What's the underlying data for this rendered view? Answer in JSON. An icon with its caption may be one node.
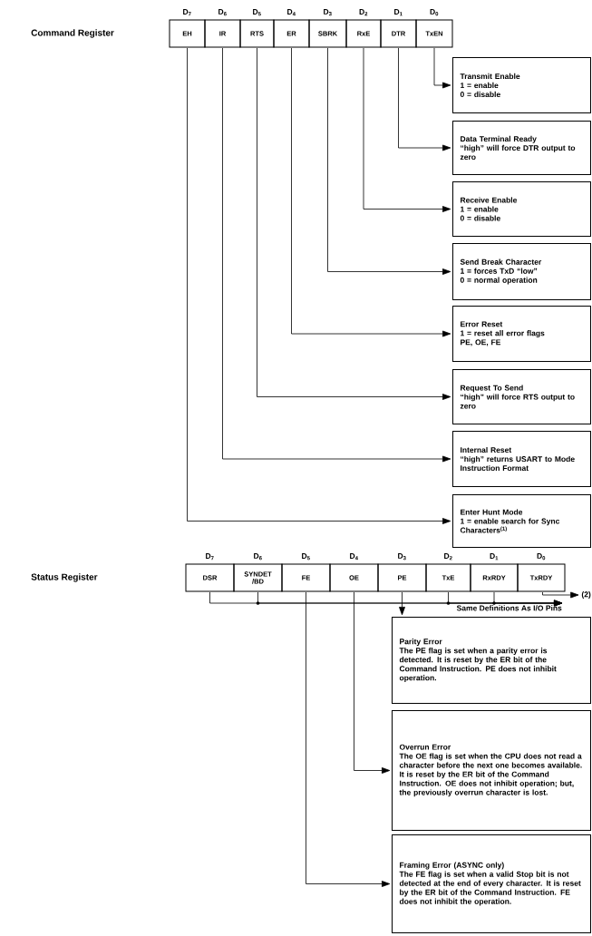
{
  "diagram": {
    "nodes": [
      {
        "text": [
          "EH"
        ],
        "beside": [
          "D$_{7}$"
        ]
      },
      {
        "text": [
          "IR"
        ],
        "beside": [
          "D$_{6}$"
        ]
      },
      {
        "text": [
          "RTS"
        ],
        "beside": [
          "D$_{5}$"
        ]
      },
      {
        "text": [
          "ER"
        ],
        "beside": [
          "D$_{4}$"
        ]
      },
      {
        "text": [
          "SBRK"
        ],
        "beside": [
          "D$_{3}$"
        ]
      },
      {
        "text": [
          "RxE"
        ],
        "beside": [
          "D$_{2}$"
        ]
      },
      {
        "text": [
          "DTR"
        ],
        "beside": [
          "D$_{1}$"
        ]
      },
      {
        "text": [
          "TxEN"
        ],
        "beside": [
          "D$_{0}$"
        ]
      },
      {
        "text": [
          "Transmit Enable",
          "1 = enable",
          "0 = disable"
        ]
      },
      {
        "text": [
          "Data Terminal Ready",
          "“high” will force DTR output to zero"
        ]
      },
      {
        "text": [
          "Receive Enable",
          "1 = enable",
          "0 = disable"
        ]
      },
      {
        "text": [
          "Send Break Character",
          "1 = forces TxD “low”",
          "0 = normal operation"
        ]
      },
      {
        "text": [
          "Error Reset",
          "1 = reset all error flags",
          "PE, OE, FE"
        ]
      },
      {
        "text": [
          "Request To Send",
          "“high” will force RTS output to zero"
        ]
      },
      {
        "text": [
          "Internal Reset",
          "“high” returns USART to Mode Instruction Format"
        ]
      },
      {
        "text": [
          "Enter Hunt Mode",
          "1 = enable search for Sync Characters$^{(1)}$"
        ]
      },
      {
        "text": [
          "DSR"
        ],
        "beside": [
          "D$_{7}$"
        ]
      },
      {
        "text": [
          "SYNDET /BD"
        ],
        "beside": [
          "D$_{6}$"
        ]
      },
      {
        "text": [
          "FE"
        ],
        "beside": [
          "D$_{5}$"
        ]
      },
      {
        "text": [
          "OE"
        ],
        "beside": [
          "D$_{4}$"
        ]
      },
      {
        "text": [
          "PE"
        ],
        "beside": [
          "D$_{3}$"
        ]
      },
      {
        "text": [
          "TxE"
        ],
        "beside": [
          "D$_{2}$"
        ]
      },
      {
        "text": [
          "RxRDY"
        ],
        "beside": [
          "D$_{1}$"
        ]
      },
      {
        "text": [
          "TxRDY"
        ],
        "beside": [
          "D$_{0}$"
        ]
      },
      {
        "text": [
          "Parity Error",
          "The PE flag is set when a parity error is detected. It is reset by the ER bit of the Command Instruction. PE does not inhibit operation."
        ]
      },
      {
        "text": [
          "Overrun Error",
          "The OE flag is set when the CPU does not read a character before the next one becomes available. It is reset by the ER bit of the Command Instruction. OE does not inhibit operation; but, the previously overrun character is lost."
        ]
      },
      {
        "text": [
          "Framing Error (ASYNC only)",
          "The FE flag is set when a valid Stop bit is not detected at the end of every character. It is reset by the ER bit of the Command Instruction. FE does not inhibit the operation."
        ]
      },
      {
        "text": [
          "Same Definitions As I/O Pins"
        ]
      },
      {
        "text": [
          "(2)"
        ]
      }
    ],
    "edges": [
      {
        "from": 7,
        "to": 8,
        "arrow": "to"
      },
      {
        "from": 6,
        "to": 9,
        "arrow": "to"
      },
      {
        "from": 5,
        "to": 10,
        "arrow": "to"
      },
      {
        "from": 4,
        "to": 11,
        "arrow": "to"
      },
      {
        "from": 3,
        "to": 12,
        "arrow": "to"
      },
      {
        "from": 2,
        "to": 13,
        "arrow": "to"
      },
      {
        "from": 1,
        "to": 14,
        "arrow": "to"
      },
      {
        "from": 0,
        "to": 15,
        "arrow": "to"
      },
      {
        "from": 20,
        "to": 24,
        "arrow": "to"
      },
      {
        "from": 19,
        "to": 25,
        "arrow": "to"
      },
      {
        "from": 18,
        "to": 26,
        "arrow": "to"
      },
      {
        "from": 16,
        "to": 27,
        "arrow": "to"
      },
      {
        "from": 17,
        "to": 27,
        "arrow": "to"
      },
      {
        "from": 21,
        "to": 27,
        "arrow": "to"
      },
      {
        "from": 22,
        "to": 27,
        "arrow": "to"
      },
      {
        "from": 23,
        "to": 28,
        "arrow": "to"
      }
    ],
    "labels": [
      "Command Register",
      "Status Register"
    ]
  }
}
